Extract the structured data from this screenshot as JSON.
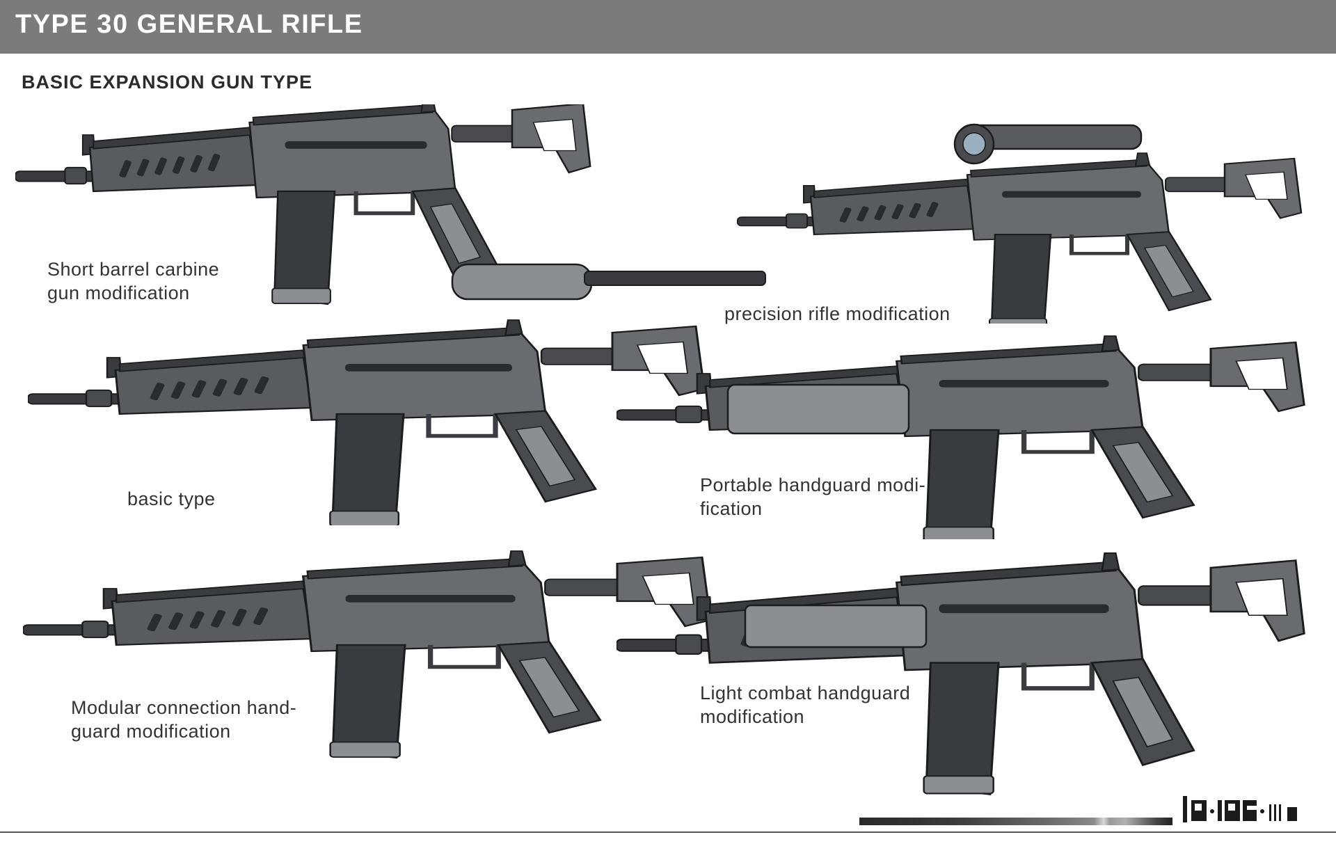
{
  "header": {
    "title": "TYPE 30 GENERAL RIFLE"
  },
  "subtitle": "BASIC EXPANSION GUN TYPE",
  "variants": [
    {
      "line1": "Short barrel carbine",
      "line2": "gun modification"
    },
    {
      "line1": "precision rifle modification",
      "line2": ""
    },
    {
      "line1": "basic type",
      "line2": ""
    },
    {
      "line1": "Portable handguard modi-",
      "line2": "fication"
    },
    {
      "line1": "Modular connection hand-",
      "line2": "guard modification"
    },
    {
      "line1": "Light combat handguard",
      "line2": "modification"
    }
  ],
  "icons": {
    "rifle": "rifle-illustration",
    "logo": "brand-logo-mark"
  },
  "colors": {
    "header_bg": "#7b7b7c",
    "rifle_body": "#5a5b5e",
    "rifle_dark": "#3a3b3e",
    "rifle_light": "#8d8e91",
    "rifle_outline": "#1c1c1e"
  }
}
